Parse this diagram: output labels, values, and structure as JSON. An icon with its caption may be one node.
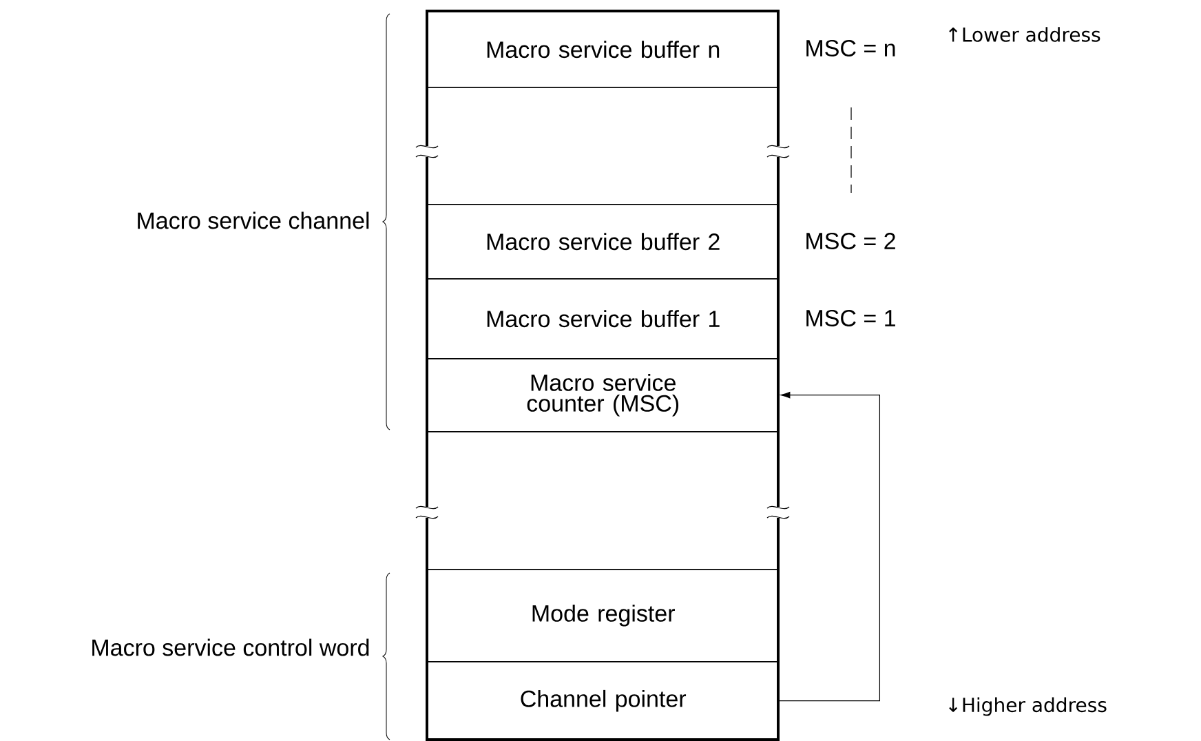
{
  "diagram": {
    "nodes": [
      {
        "text": [
          "Macro service buffer n"
        ],
        "beside": [
          "MSC = n"
        ]
      },
      {
        "text": [],
        "shape": "box"
      },
      {
        "text": [
          "Macro service buffer 2"
        ],
        "beside": [
          "MSC = 2"
        ]
      },
      {
        "text": [
          "Macro service buffer 1"
        ],
        "beside": [
          "MSC = 1"
        ]
      },
      {
        "text": [
          "Macro service counter (MSC)"
        ]
      },
      {
        "text": [],
        "shape": "box"
      },
      {
        "text": [
          "Mode register"
        ]
      },
      {
        "text": [
          "Channel pointer"
        ]
      }
    ],
    "edges": [
      {
        "from": 7,
        "to": 4,
        "arrow": "to"
      }
    ],
    "labels": [
      "Macro service channel",
      "Macro service control word",
      "↑Lower address",
      "↓Higher address"
    ]
  }
}
